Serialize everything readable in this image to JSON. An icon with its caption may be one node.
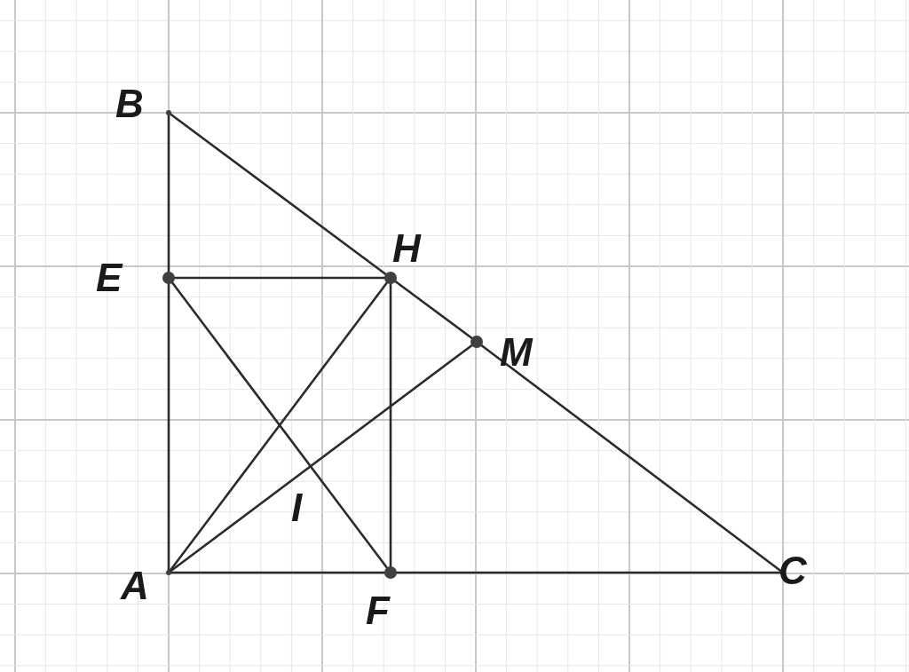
{
  "diagram": {
    "nodes": [
      {
        "text": [
          "B"
        ]
      },
      {
        "text": [
          "E"
        ]
      },
      {
        "text": [
          "H"
        ]
      },
      {
        "text": [
          "M"
        ]
      },
      {
        "text": [
          "I"
        ]
      },
      {
        "text": [
          "A"
        ]
      },
      {
        "text": [
          "F"
        ]
      },
      {
        "text": [
          "C"
        ]
      }
    ],
    "edges": [
      {
        "from": 0,
        "to": 1,
        "arrow": "none"
      },
      {
        "from": 1,
        "to": 5,
        "arrow": "none"
      },
      {
        "from": 0,
        "to": 2,
        "arrow": "none"
      },
      {
        "from": 2,
        "to": 3,
        "arrow": "none"
      },
      {
        "from": 3,
        "to": 7,
        "arrow": "none"
      },
      {
        "from": 5,
        "to": 6,
        "arrow": "none"
      },
      {
        "from": 6,
        "to": 7,
        "arrow": "none"
      },
      {
        "from": 1,
        "to": 2,
        "arrow": "none"
      },
      {
        "from": 2,
        "to": 6,
        "arrow": "none"
      },
      {
        "from": 1,
        "to": 6,
        "arrow": "none"
      },
      {
        "from": 5,
        "to": 2,
        "arrow": "none"
      },
      {
        "from": 5,
        "to": 3,
        "arrow": "none"
      }
    ]
  }
}
